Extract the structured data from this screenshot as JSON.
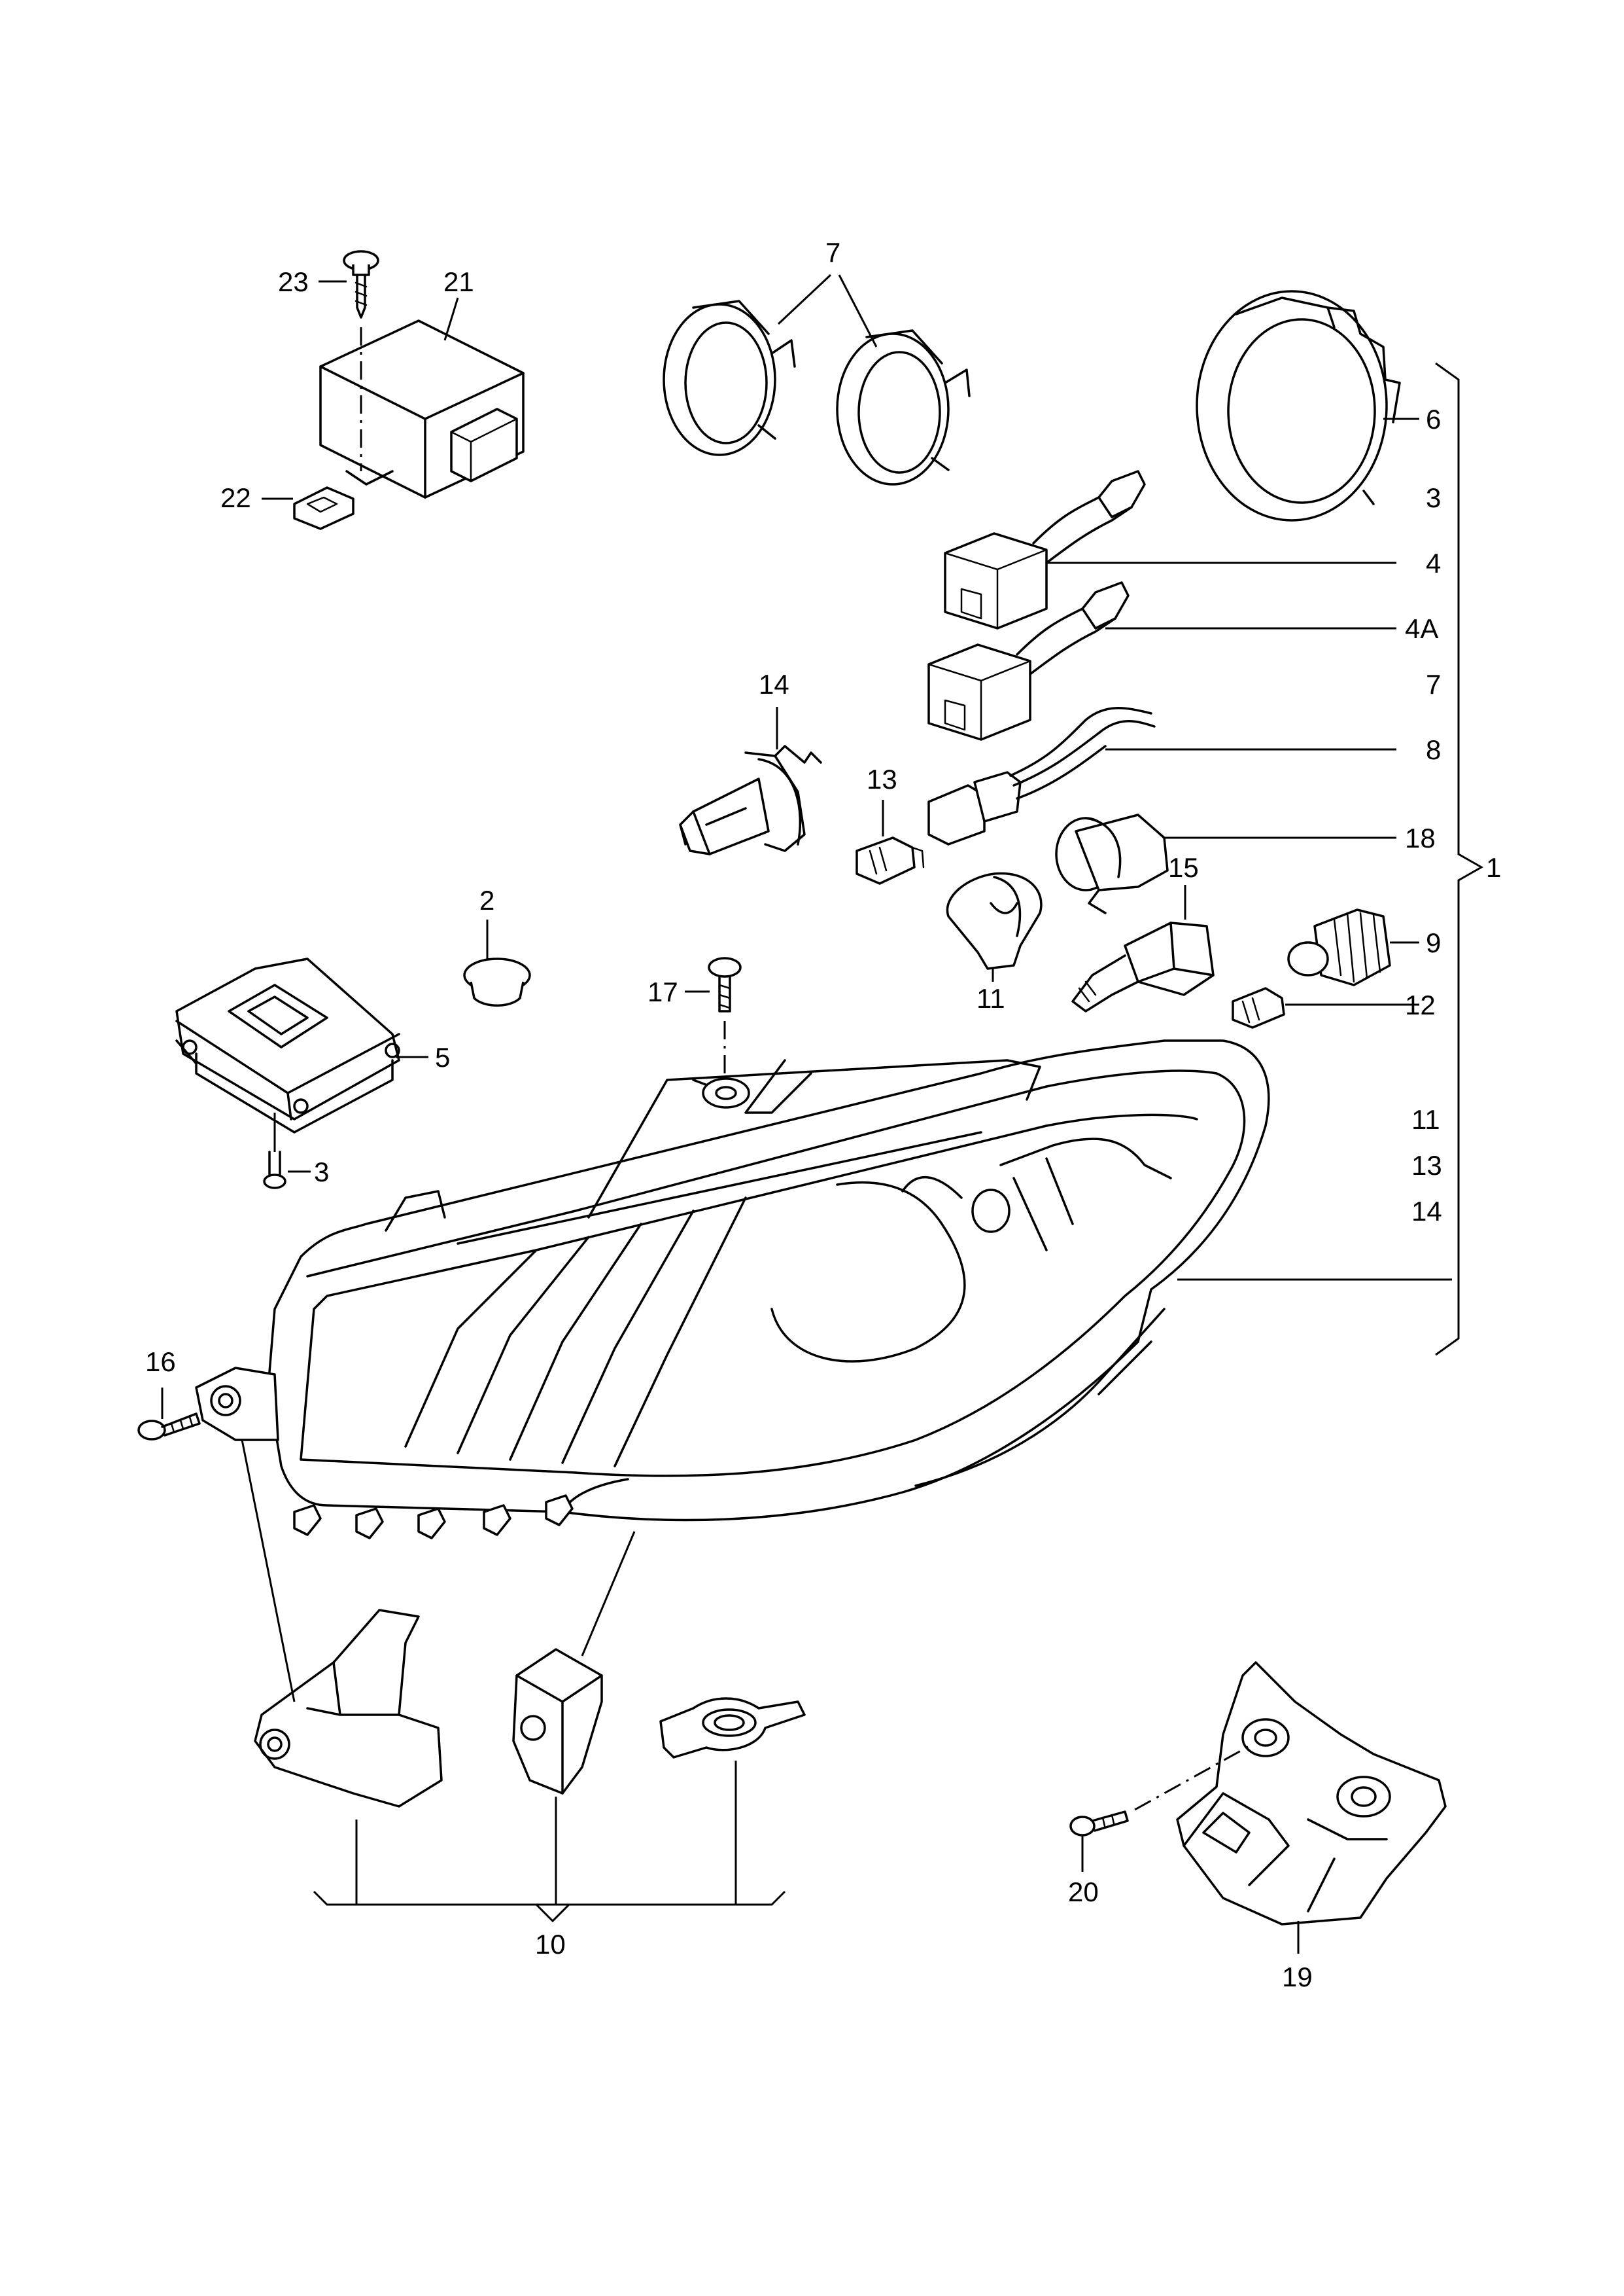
{
  "labels": {
    "l23": "23",
    "l21": "21",
    "l22": "22",
    "l7a": "7",
    "l6": "6",
    "l3a": "3",
    "l4": "4",
    "l4A": "4A",
    "l7b": "7",
    "l8": "8",
    "l14a": "14",
    "l13a": "13",
    "l18": "18",
    "l1": "1",
    "l2": "2",
    "l15": "15",
    "l9": "9",
    "l17": "17",
    "l12": "12",
    "l5": "5",
    "l11a": "11",
    "l3b": "3",
    "l11b": "11",
    "l13b": "13",
    "l14b": "14",
    "l16": "16",
    "l10": "10",
    "l20": "20",
    "l19": "19"
  }
}
